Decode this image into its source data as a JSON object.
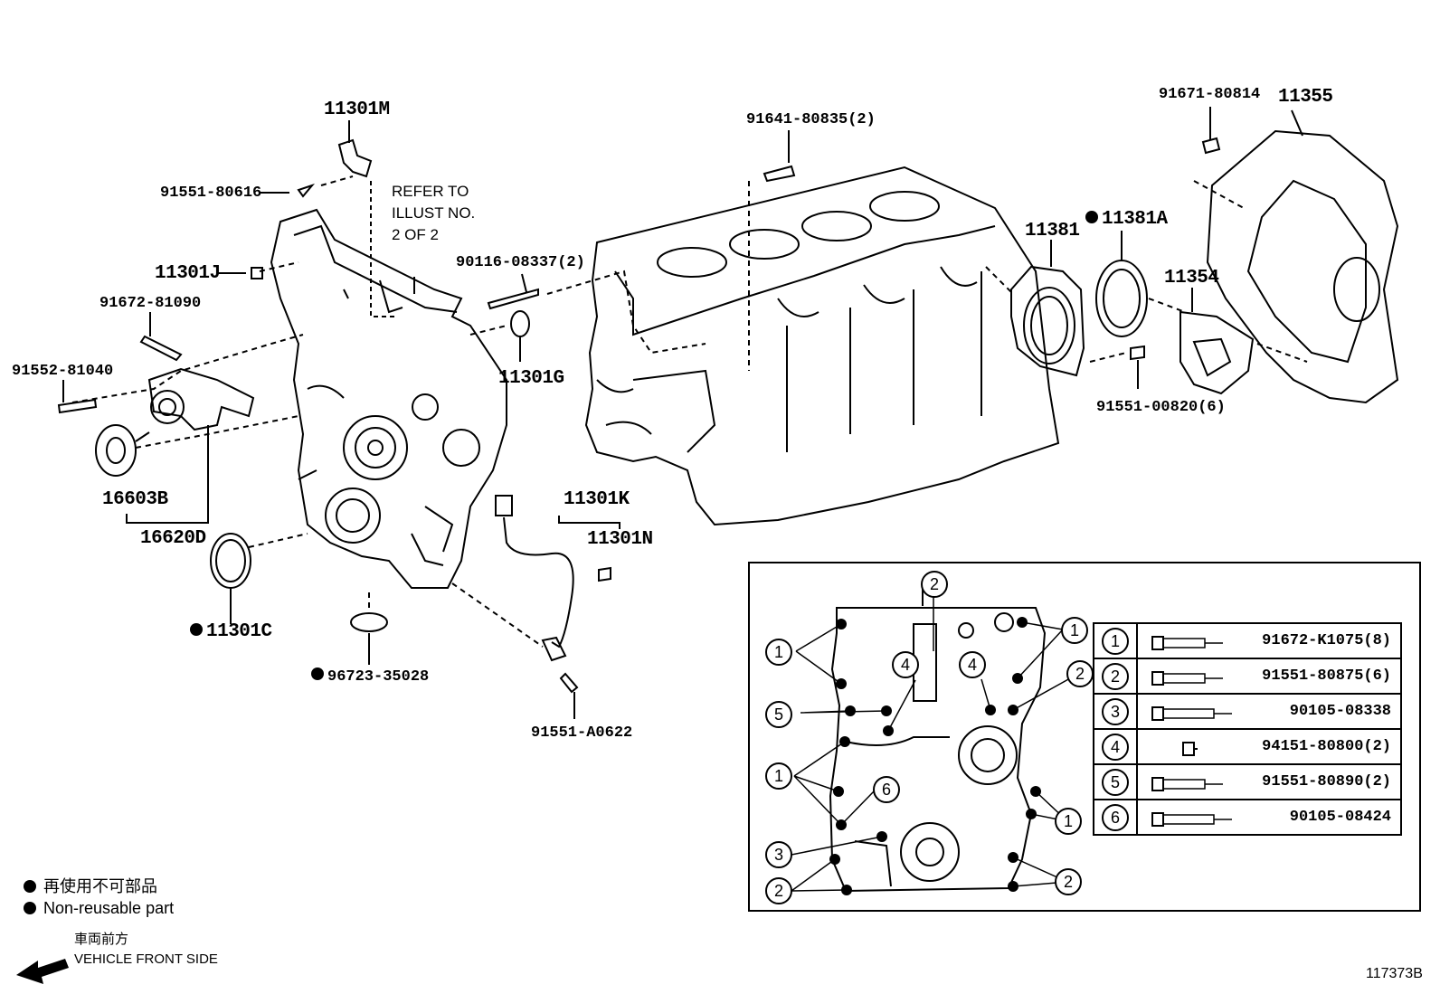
{
  "part_labels": {
    "p11301M": "11301M",
    "p91551_80616": "91551-80616",
    "p11301J": "11301J",
    "p91672_81090": "91672-81090",
    "p91552_81040": "91552-81040",
    "p16603B": "16603B",
    "p16620D": "16620D",
    "p11301C": "11301C",
    "p96723_35028": "96723-35028",
    "p90116_08337": "90116-08337(2)",
    "p11301G": "11301G",
    "p11301K": "11301K",
    "p11301N": "11301N",
    "p91551_A0622": "91551-A0622",
    "p91641_80835": "91641-80835(2)",
    "p11381": "11381",
    "p11381A": "11381A",
    "p91671_80814": "91671-80814",
    "p11355": "11355",
    "p11354": "11354",
    "p91551_00820": "91551-00820(6)"
  },
  "refer_note": [
    "REFER TO",
    "ILLUST NO.",
    "2 OF 2"
  ],
  "fastener_table": [
    {
      "num": "1",
      "part": "91672-K1075(8)",
      "head": "flange"
    },
    {
      "num": "2",
      "part": "91551-80875(6)",
      "head": "flange"
    },
    {
      "num": "3",
      "part": "90105-08338",
      "head": "flange-long"
    },
    {
      "num": "4",
      "part": "94151-80800(2)",
      "head": "stud"
    },
    {
      "num": "5",
      "part": "91551-80890(2)",
      "head": "flange"
    },
    {
      "num": "6",
      "part": "90105-08424",
      "head": "flange-long"
    }
  ],
  "legend": {
    "jp": "再使用不可部品",
    "en": "Non-reusable part"
  },
  "front": {
    "jp": "車両前方",
    "en": "VEHICLE FRONT SIDE"
  },
  "illustration_number": "117373B"
}
